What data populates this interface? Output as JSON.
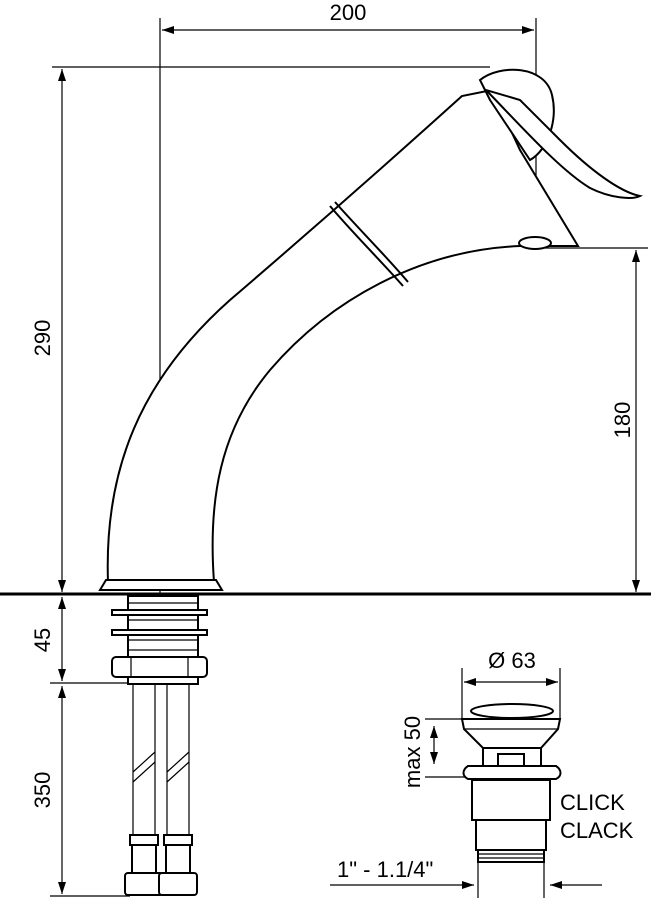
{
  "dimensions": {
    "width": "200",
    "height_total": "290",
    "spout_height": "180",
    "tail_length": "45",
    "hose_length": "350",
    "drain_diameter": "Ø 63",
    "drain_max": "max 50",
    "drain_thread": "1\" - 1.1/4\""
  },
  "labels": {
    "click": "CLICK",
    "clack": "CLACK"
  }
}
